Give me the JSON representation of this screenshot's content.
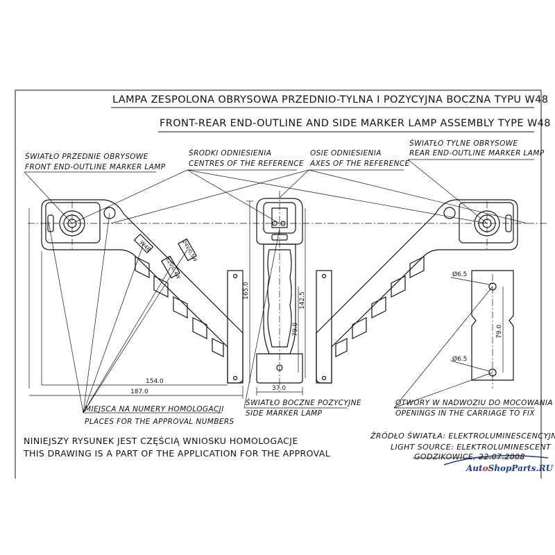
{
  "title": {
    "polish": "LAMPA  ZESPOLONA OBRYSOWA PRZEDNIO-TYLNA I POZYCYJNA BOCZNA TYPU W48",
    "english": "FRONT-REAR END-OUTLINE AND SIDE MARKER LAMP ASSEMBLY TYPE W48"
  },
  "callouts": {
    "front_lamp": {
      "pl": "ŚWIATŁO PRZEDNIE OBRYSOWE",
      "en": "FRONT END-OUTLINE MARKER LAMP"
    },
    "centres": {
      "pl": "ŚRODKI ODNIESIENIA",
      "en": "CENTRES OF THE REFERENCE"
    },
    "axes": {
      "pl": "OSIE ODNIESIENIA",
      "en": "AXES OF THE REFERENCE"
    },
    "rear_lamp": {
      "pl": "ŚWIATŁO TYLNE OBRYSOWE",
      "en": "REAR END-OUTLINE MARKER LAMP"
    },
    "approval_places": {
      "pl": "MIEJSCA NA NUMERY HOMOLOGACJI",
      "en": "PLACES FOR THE APPROVAL NUMBERS"
    },
    "side_lamp": {
      "pl": "ŚWIATŁO BOCZNE POZYCYJNE",
      "en": "SIDE MARKER LAMP"
    },
    "openings": {
      "pl": "OTWORY W NADWOZIU DO MOCOWANIA",
      "en": "OPENINGS IN THE CARRIAGE TO FIX"
    }
  },
  "notes": {
    "drawing_pl": "NINIEJSZY RYSUNEK JEST CZĘŚCIĄ WNIOSKU HOMOLOGACJE",
    "drawing_en": "THIS DRAWING IS A PART OF THE APPLICATION FOR THE APPROVAL",
    "source_pl": "ŹRÓDŁO ŚWIATŁA: ELEKTROLUMINESCENCYJNE",
    "source_en": "LIGHT SOURCE: ELEKTROLUMINESCENT",
    "place_date": "GODZIKOWICE, 22.07.2008"
  },
  "dimensions": {
    "width_total": "187.0",
    "width_arm": "154.0",
    "height_total": "165.0",
    "height_side": "142.5",
    "height_hole": "79.0",
    "width_side": "37.0",
    "hole_spacing": "79.0",
    "hole_dia_top": "Ø6.5",
    "hole_dia_bottom": "Ø6.5"
  },
  "markings": {
    "type": "W48",
    "voltage_24": "24V/0,5W",
    "voltage_12": "12V/0,4W"
  },
  "watermark": {
    "prefix": "Aut",
    "mid": "ShopParts",
    "suffix": ".RU",
    "o": "o"
  },
  "colors": {
    "ink": "#111111",
    "watermark_blue": "#1a3b8f",
    "watermark_red": "#d21f1f"
  }
}
